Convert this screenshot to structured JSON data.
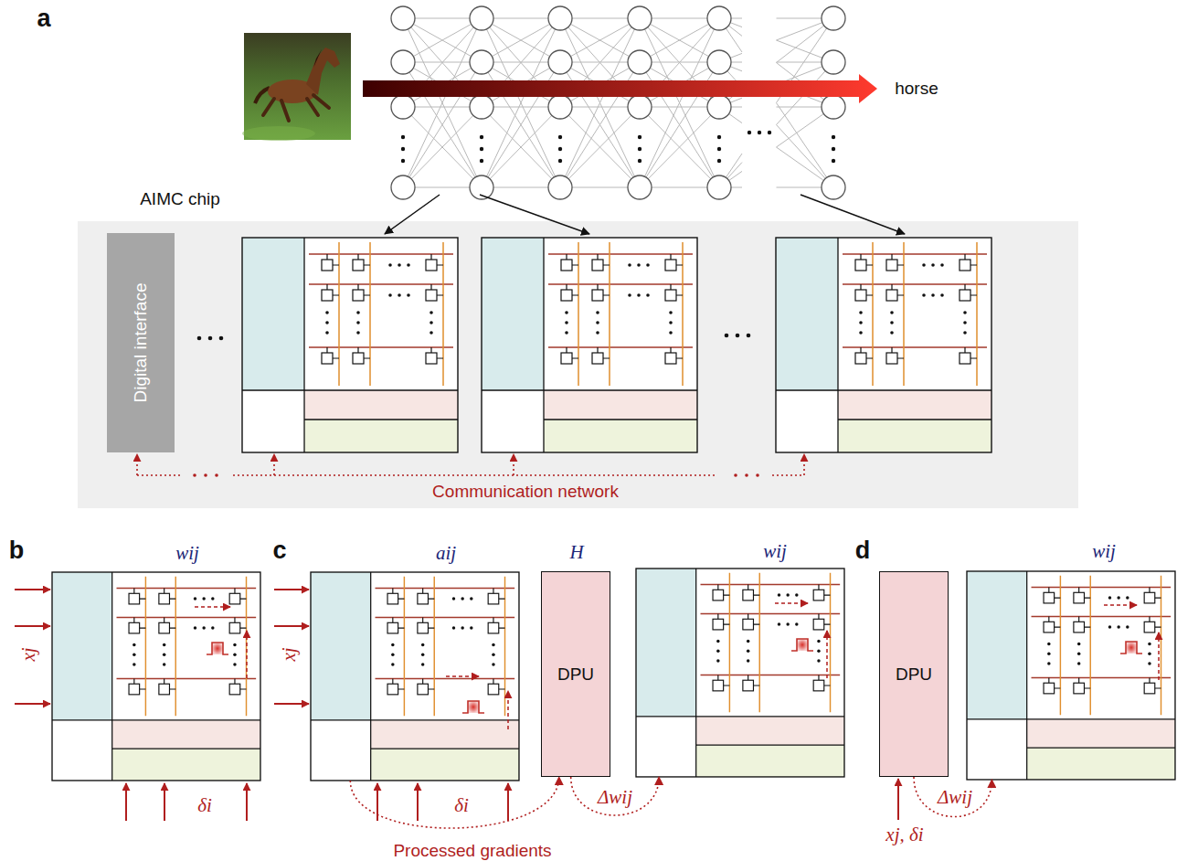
{
  "diagram": {
    "nodes": [
      {
        "text": [
          "AIMC chip",
          "Communication network"
        ]
      },
      {
        "text": [
          "Digital interface"
        ],
        "in": 0
      },
      {
        "text": [
          "wij"
        ]
      },
      {
        "text": [
          "aij"
        ]
      },
      {
        "text": [
          "H",
          "DPU"
        ]
      },
      {
        "text": [
          "wij"
        ]
      },
      {
        "text": [
          "DPU"
        ]
      },
      {
        "text": [
          "wij"
        ]
      }
    ],
    "edges": [
      {
        "from": 3,
        "to": 4,
        "arrow": "to",
        "label": "Processed gradients"
      },
      {
        "from": 4,
        "to": 5,
        "arrow": "to",
        "label": "Δwij"
      },
      {
        "from": 6,
        "to": 7,
        "arrow": "to",
        "label": "Δwij"
      }
    ],
    "labels": [
      "a",
      "horse",
      "b",
      "xj",
      "δi",
      "c",
      "xj",
      "δi",
      "d",
      "xj, δi"
    ]
  }
}
